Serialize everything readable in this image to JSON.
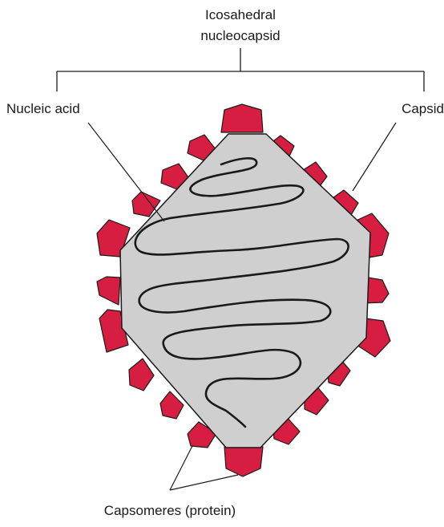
{
  "diagram": {
    "title_line1": "Icosahedral",
    "title_line2": "nucleocapsid",
    "label_left": "Nucleic acid",
    "label_right": "Capsid",
    "label_bottom": "Capsomeres (protein)",
    "colors": {
      "capsomere": "#d81e40",
      "capsid_fill": "#cfcfcf",
      "outline": "#1a1a1a"
    }
  }
}
